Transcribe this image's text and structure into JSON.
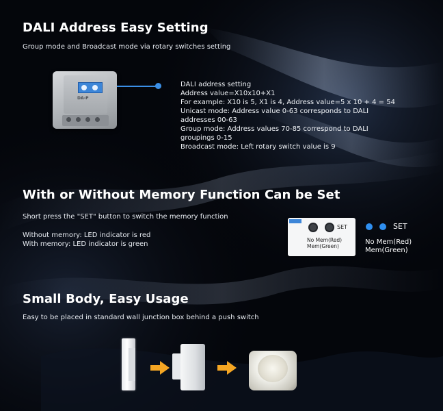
{
  "section1": {
    "title": "DALI Address Easy Setting",
    "subtitle": "Group mode and Broadcast mode via rotary switches setting",
    "device_text": "DA-P",
    "lines": [
      "DALI address setting",
      "Address value=X10x10+X1",
      "For example:  X10 is 5, X1 is 4, Address value=5 x 10 + 4 = 54",
      "Unicast mode: Address value 0-63 corresponds to DALI",
      "addresses 00-63",
      "Group mode: Address values 70-85 correspond to DALI",
      "groupings 0-15",
      "Broadcast mode: Left rotary switch value is 9"
    ]
  },
  "section2": {
    "title": "With or Without Memory Function Can be Set",
    "subtitle": "Short press the \"SET\" button to switch the memory function",
    "without": "Without memory: LED indicator is red",
    "with": "With memory: LED indicator is green",
    "device": {
      "set_label": "SET",
      "caption_line1": "No Mem(Red)",
      "caption_line2": "Mem(Green)"
    },
    "indicator": {
      "set_label": "SET",
      "line1": "No Mem(Red)",
      "line2": "Mem(Green)",
      "led_color": "#2f8ff0"
    }
  },
  "section3": {
    "title": "Small Body, Easy Usage",
    "subtitle": "Easy to be placed in standard wall junction box behind a push switch"
  },
  "colors": {
    "accent": "#3b8fe6",
    "arrow": "#f5a623"
  }
}
